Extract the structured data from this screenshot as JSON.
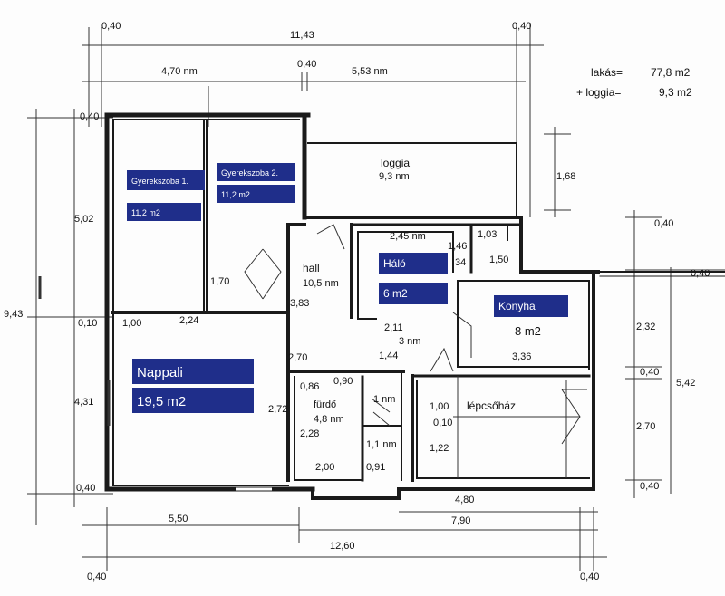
{
  "colors": {
    "tag_fill": "#1f2e8a",
    "wall": "#1a1a1a",
    "line": "#333333"
  },
  "area_summary": {
    "lakas_label": "lakás=",
    "lakas_value": "77,8 m2",
    "loggia_label": "+ loggia=",
    "loggia_value": "9,3 m2"
  },
  "rooms": {
    "gyerek1": {
      "name": "Gyerekszoba 1.",
      "area": "11,2 m2"
    },
    "gyerek2": {
      "name": "Gyerekszoba 2.",
      "area": "11,2 m2"
    },
    "nappali": {
      "name": "Nappali",
      "area": "19,5 m2"
    },
    "halo": {
      "name": "Háló",
      "area": "6 m2"
    },
    "konyha": {
      "name": "Konyha",
      "area": "8 m2"
    },
    "loggia": {
      "name": "loggia",
      "area": "9,3 nm"
    },
    "hall": {
      "name": "hall",
      "area": "10,5 nm"
    },
    "furdo": {
      "name": "fürdő",
      "area": "4,8 nm"
    },
    "lepcsohaz": {
      "name": "lépcsőház"
    },
    "corridor": {
      "area": "3 nm"
    },
    "wc": {
      "area": "1,1 nm"
    },
    "wc_top": {
      "area": "1 nm"
    }
  },
  "dims": {
    "top_040_l": "0,40",
    "top_1143": "11,43",
    "top_040_r": "0,40",
    "top_470": "4,70 nm",
    "top_040_m": "0,40",
    "top_553": "5,53 nm",
    "left_040_t": "0,40",
    "left_502": "5,02",
    "left_943": "9,43",
    "left_010": "0,10",
    "left_431": "4,31",
    "left_040_b": "0,40",
    "d_100": "1,00",
    "d_224": "2,24",
    "d_170": "1,70",
    "d_383": "3,83",
    "d_270a": "2,70",
    "d_272": "2,72",
    "d_086": "0,86",
    "d_090": "0,90",
    "d_228": "2,28",
    "d_200": "2,00",
    "d_091": "0,91",
    "d_245": "2,45 nm",
    "d_146": "1,46",
    "d_103": "1,03",
    "d_034": "34",
    "d_150": "1,50",
    "d_211": "2,11",
    "d_144": "1,44",
    "d_336": "3,36",
    "d_100b": "1,00",
    "d_010b": "0,10",
    "d_122": "1,22",
    "r_168": "1,68",
    "r_040a": "0,40",
    "r_040b": "0,40",
    "r_232": "2,32",
    "r_040c": "0,40",
    "r_542": "5,42",
    "r_270": "2,70",
    "r_040d": "0,40",
    "b_550": "5,50",
    "b_480": "4,80",
    "b_790": "7,90",
    "b_1260": "12,60",
    "b_040l": "0,40",
    "b_040r": "0,40"
  }
}
